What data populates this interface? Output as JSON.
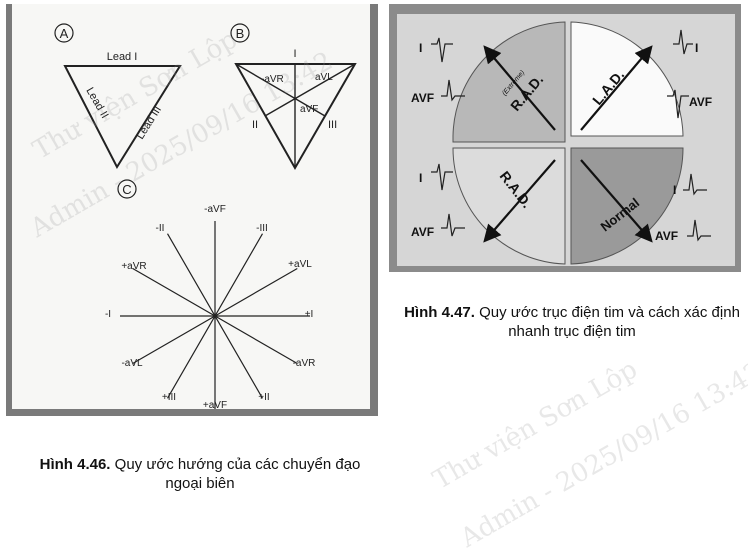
{
  "figure_left": {
    "panel_a": {
      "marker": "A",
      "lead_top": "Lead I",
      "lead_left": "Lead II",
      "lead_right": "Lead III"
    },
    "panel_b": {
      "marker": "B",
      "label_top": "I",
      "label_avr": "-aVR",
      "label_avl": "aVL",
      "label_avf": "aVF",
      "label_ii": "II",
      "label_iii": "III"
    },
    "panel_c": {
      "marker": "C",
      "spokes": {
        "top": "-aVF",
        "bottom": "+aVF",
        "left": "-I",
        "right": "+I",
        "upper_left_a": "-II",
        "upper_right_a": "-III",
        "upper_left_b": "+aVR",
        "upper_right_b": "+aVL",
        "lower_left_a": "-aVL",
        "lower_right_a": "-aVR",
        "lower_left_b": "+III",
        "lower_right_b": "+II"
      }
    },
    "caption_bold": "Hình 4.46.",
    "caption_text": " Quy ước hướng của các chuyển đạo ngoại biên"
  },
  "figure_right": {
    "quadrants": {
      "top_left": {
        "label": "R.A.D.",
        "sublabel": "(Extreme)",
        "lead1": "I",
        "lead2": "AVF"
      },
      "top_right": {
        "label": "L.A.D.",
        "lead1": "I",
        "lead2": "AVF"
      },
      "bottom_left": {
        "label": "R.A.D.",
        "lead1": "I",
        "lead2": "AVF"
      },
      "bottom_right": {
        "label": "Normal",
        "lead1": "I",
        "lead2": "AVF"
      }
    },
    "caption_bold": "Hình 4.47.",
    "caption_text": " Quy ước trục điện tim và cách xác định nhanh trục điện tim"
  },
  "watermark": {
    "line1": "Thư viện Sơn Lộp",
    "line2": "Admin - 2025/09/16 13:42"
  }
}
